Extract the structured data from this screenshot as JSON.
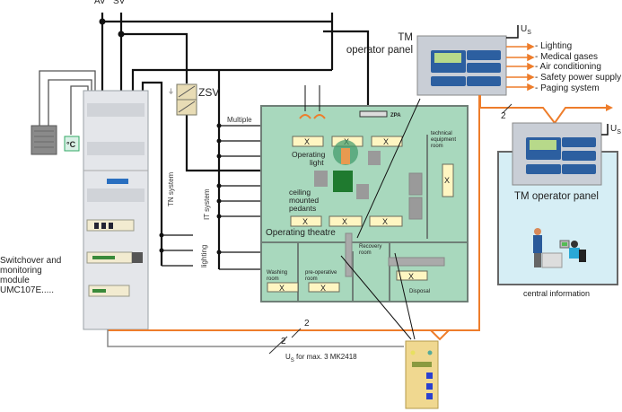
{
  "colors": {
    "room_fill": "#a8d8bd",
    "wall": "#6f7f77",
    "light_fill": "#fff6c2",
    "orange": "#ee7d2b",
    "cable": "#111111",
    "central_fill": "#d6eef5",
    "panel_fill": "#c9ced6"
  },
  "top_labels": {
    "av": "AV",
    "sv": "SV"
  },
  "zsv_label": "ZSV",
  "multiple_label": "Multiple",
  "tn_system_label": "TN system",
  "it_system_label": "IT system",
  "lighting_label": "lighting",
  "zpa_label": "ZPA",
  "switchover": {
    "lines": [
      "Switchover and",
      "monitoring",
      "module",
      "UMC107E....."
    ]
  },
  "room": {
    "operating_light": [
      "Operating",
      "light"
    ],
    "ceiling": [
      "ceiling",
      "mounted",
      "pedants"
    ],
    "operating_theatre": "Operating theatre",
    "technical": [
      "technical",
      "equipment",
      "room"
    ],
    "recovery": [
      "Recovery",
      "room"
    ],
    "washing": [
      "Washing",
      "room"
    ],
    "preop": [
      "pre-operative",
      "room"
    ],
    "disposal": "Disposal",
    "light_mark": "X"
  },
  "tm_panel_top": {
    "title_lines": [
      "TM",
      "operator panel"
    ],
    "us_label": "U",
    "us_sub": "S",
    "outputs": [
      "- Lighting",
      "- Medical gases",
      "- Air conditioning",
      "- Safety power supply",
      "- Paging system"
    ]
  },
  "tm_panel_right": {
    "title": "TM operator panel",
    "us_label": "U",
    "us_sub": "S",
    "cable_count": "2",
    "caption": "central information"
  },
  "bottom": {
    "cable_count_a": "2",
    "cable_count_b": "2",
    "us_note_prefix": "U",
    "us_note_sub": "S",
    "us_note_text": " for max. 3 MK2418"
  }
}
